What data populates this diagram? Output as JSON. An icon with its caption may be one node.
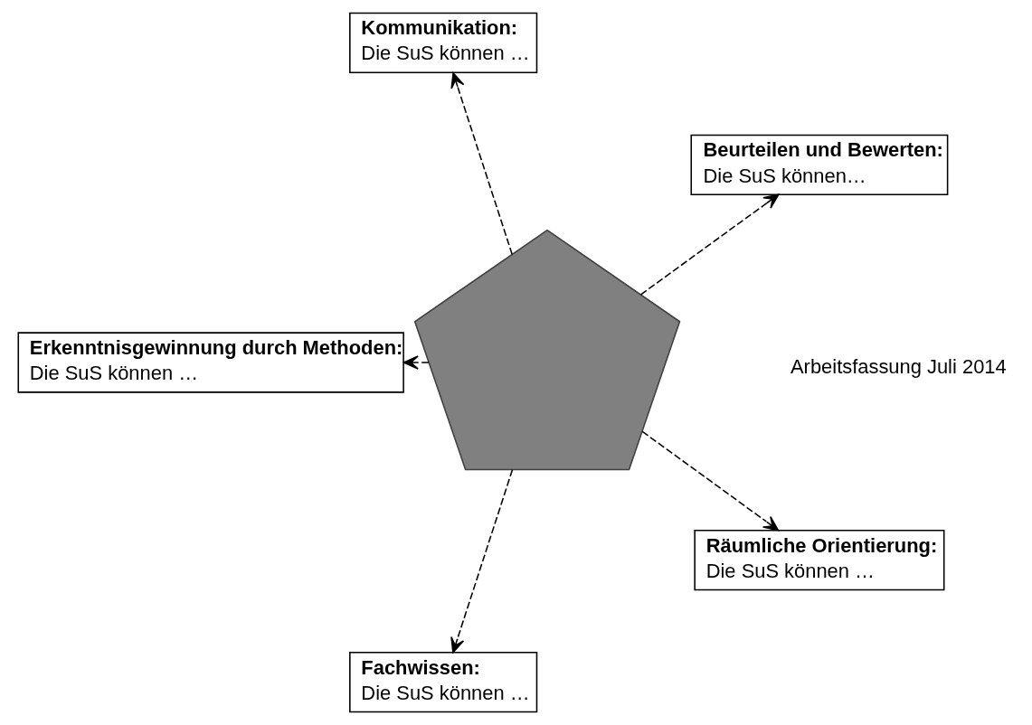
{
  "diagram": {
    "nodes": [
      {
        "text": [
          "Beurteilen und Bewerten:",
          "Die SuS können…"
        ]
      },
      {
        "text": [
          "Kommunikation:",
          "Die SuS können …"
        ]
      },
      {
        "text": [
          "Erkenntnisgewinnung durch Methoden:",
          "Die SuS können …"
        ]
      },
      {
        "text": [],
        "shape": "pentagon"
      },
      {
        "text": [
          "Fachwissen:",
          "Die SuS können …"
        ]
      },
      {
        "text": [
          "Räumliche Orientierung:",
          "Die SuS können …"
        ]
      }
    ],
    "edges": [
      {
        "from": 3,
        "to": 0,
        "arrow": "to",
        "style": "dashed"
      },
      {
        "from": 3,
        "to": 2,
        "arrow": "to",
        "style": "dashed"
      },
      {
        "from": 3,
        "to": 5,
        "arrow": "to",
        "style": "dashed"
      },
      {
        "from": 3,
        "to": 4,
        "arrow": "to",
        "style": "dashed"
      },
      {
        "from": 3,
        "to": 1,
        "arrow": "to",
        "style": "dashed"
      }
    ],
    "labels": [
      "Arbeitsfassung Juli 2014"
    ]
  }
}
